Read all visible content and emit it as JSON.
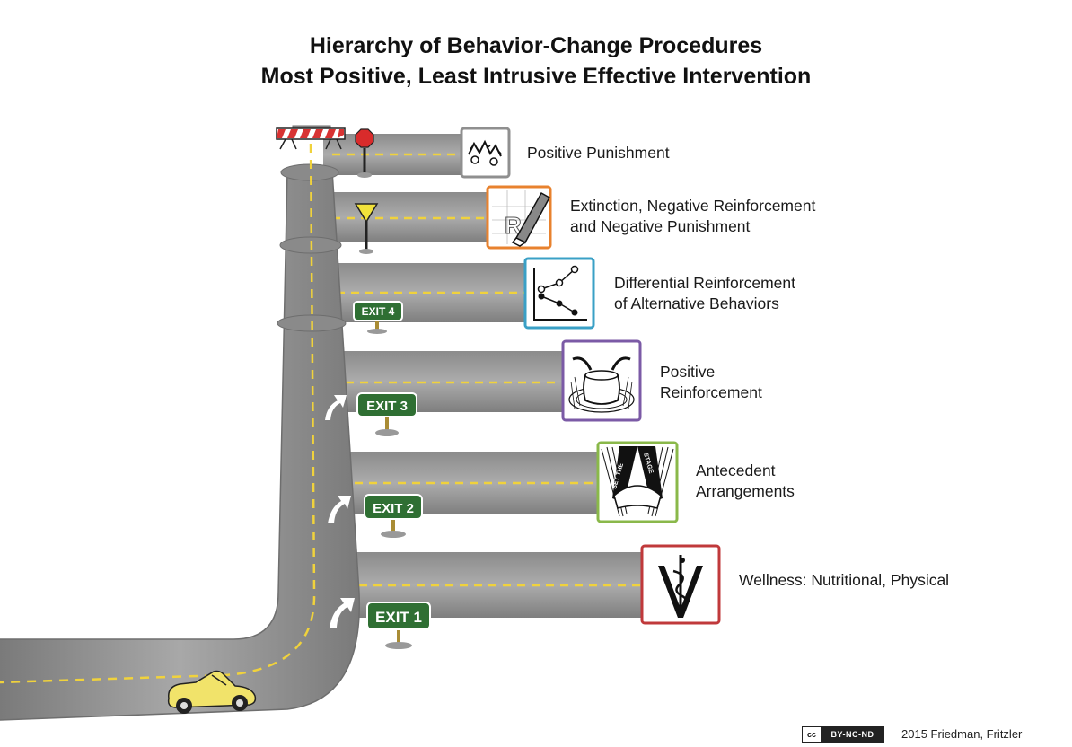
{
  "title_line1": "Hierarchy of Behavior-Change Procedures",
  "title_line2": "Most Positive, Least Intrusive Effective Intervention",
  "levels": [
    {
      "line1": "Positive Punishment",
      "line2": "",
      "frame_color": "#8f8f8f"
    },
    {
      "line1": "Extinction, Negative Reinforcement",
      "line2": "and Negative Punishment",
      "frame_color": "#e8822e"
    },
    {
      "line1": "Differential Reinforcement",
      "line2": "of Alternative Behaviors",
      "frame_color": "#3aa0c6"
    },
    {
      "line1": "Positive",
      "line2": "Reinforcement",
      "frame_color": "#7b5aa6"
    },
    {
      "line1": "Antecedent",
      "line2": "Arrangements",
      "frame_color": "#8ab84a"
    },
    {
      "line1": "Wellness: Nutritional, Physical",
      "line2": "",
      "frame_color": "#c0393b"
    }
  ],
  "exits": {
    "exit1": "EXIT 1",
    "exit2": "EXIT 2",
    "exit3": "EXIT 3",
    "exit4": "EXIT 4"
  },
  "stage_text": {
    "left": "SET THE",
    "right": "STAGE"
  },
  "license_badge": {
    "left": "cc",
    "right": "BY-NC-ND"
  },
  "credit": "2015 Friedman, Fritzler",
  "colors": {
    "road": "#9a9a9a",
    "road_edge": "#7d7d7d",
    "lane": "#f0d23c",
    "exit_sign": "#2f6f33",
    "car": "#f1e36a"
  }
}
